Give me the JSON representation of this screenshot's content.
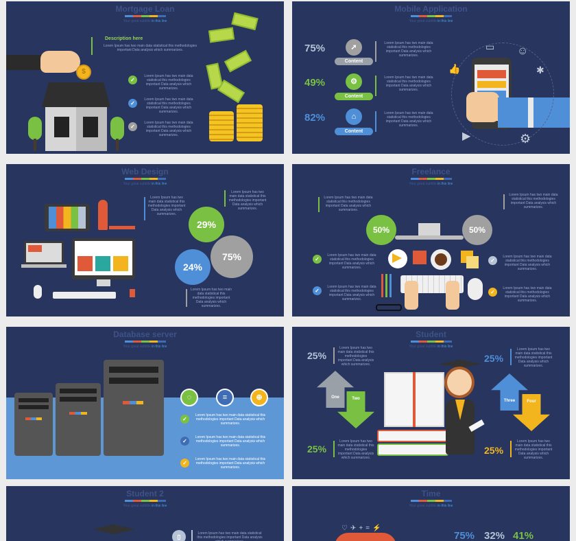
{
  "lorem_short": "Lorem Ipsum has two main data statistical this methodologies important Data analysis which summarizes.",
  "subtitle": {
    "prefix": "Your great subtitle",
    "suffix": "in this line"
  },
  "palette": [
    "#4f8fd8",
    "#e05a3a",
    "#7ac143",
    "#f2b51d",
    "#3f6db5",
    "#b6c2d6",
    "#a0a0a0"
  ],
  "slides": [
    {
      "title": "Mortgage Loan",
      "description_heading": "Description here"
    },
    {
      "title": "Mobile Application",
      "rows": [
        {
          "percent": "75%",
          "icon": "rocket-icon",
          "label": "Content"
        },
        {
          "percent": "49%",
          "icon": "gear-icon",
          "label": "Content"
        },
        {
          "percent": "82%",
          "icon": "bank-icon",
          "label": "Content"
        }
      ]
    },
    {
      "title": "Web Design",
      "circles": [
        "29%",
        "75%",
        "24%"
      ]
    },
    {
      "title": "Freelance",
      "circles": [
        "50%",
        "50%"
      ]
    },
    {
      "title": "Database server"
    },
    {
      "title": "Student",
      "percents": [
        "25%",
        "25%",
        "25%",
        "25%"
      ],
      "arrows": [
        "One",
        "Two",
        "Three",
        "Four"
      ]
    },
    {
      "title": "Student 2"
    },
    {
      "title": "Time",
      "percents": [
        "75%",
        "32%",
        "41%"
      ]
    }
  ]
}
